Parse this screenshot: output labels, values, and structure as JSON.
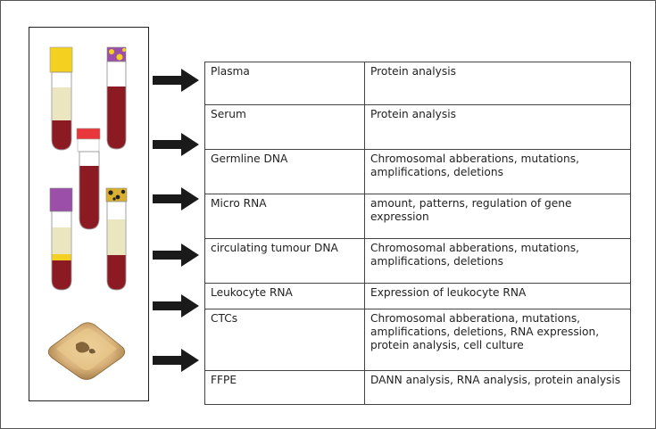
{
  "rows": [
    {
      "sample": "Plasma",
      "analysis": "Protein analysis"
    },
    {
      "sample": "Serum",
      "analysis": "Protein analysis"
    },
    {
      "sample": "Germline DNA",
      "analysis": "Chromosomal abberations, mutations, amplifications, deletions"
    },
    {
      "sample": "Micro RNA",
      "analysis": "amount, patterns, regulation of gene expression"
    },
    {
      "sample": "circulating tumour DNA",
      "analysis": "Chromosomal abberations, mutations, amplifications, deletions"
    },
    {
      "sample": "Leukocyte RNA",
      "analysis": "Expression of leukocyte RNA"
    },
    {
      "sample": "CTCs",
      "analysis": "Chromosomal abberationa, mutations, amplifications, deletions, RNA expression, protein analysis, cell culture"
    },
    {
      "sample": "FFPE",
      "analysis": "DANN analysis, RNA analysis, protein analysis"
    }
  ],
  "colors": {
    "blood": "#8b1a22",
    "serum": "#ece6c0",
    "yellow_cap": "#f4d020",
    "red_cap": "#e8363a",
    "purple_cap": "#9b4fa8",
    "arrow": "#1a1a1a",
    "ffpe_block": "#c8a060"
  }
}
